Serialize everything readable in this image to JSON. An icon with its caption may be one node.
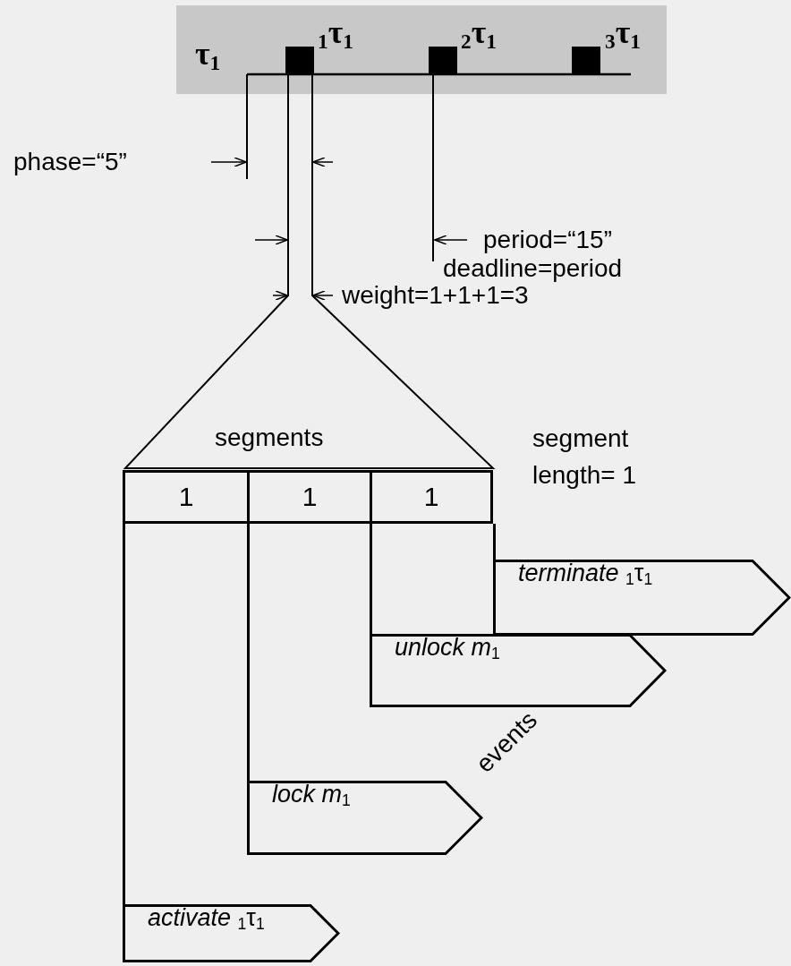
{
  "diagram": {
    "nodes": [
      {
        "text": [
          "1"
        ]
      },
      {
        "text": [
          "1"
        ]
      },
      {
        "text": [
          "1"
        ]
      },
      {
        "text": [
          "*terminate* $_{1}$τ$_{1}$"
        ]
      },
      {
        "text": [
          "*unlock m*$_{1}$"
        ]
      },
      {
        "text": [
          "*lock m*$_{1}$"
        ]
      },
      {
        "text": [
          "*activate* $_{1}$τ$_{1}$"
        ]
      }
    ],
    "edges": [
      {
        "from": 2,
        "to": 3,
        "arrow": "none"
      },
      {
        "from": 2,
        "to": 4,
        "arrow": "none"
      },
      {
        "from": 1,
        "to": 5,
        "arrow": "none"
      },
      {
        "from": 0,
        "to": 6,
        "arrow": "none"
      }
    ],
    "labels": [
      "τ$_{1}$",
      "$_{1}$τ$_{1}$",
      "$_{2}$τ$_{1}$",
      "$_{3}$τ$_{1}$",
      "phase=“5”",
      "period=“15”",
      "deadline=period",
      "weight=1+1+1=3",
      "segments",
      "segment length= 1",
      "events"
    ]
  }
}
